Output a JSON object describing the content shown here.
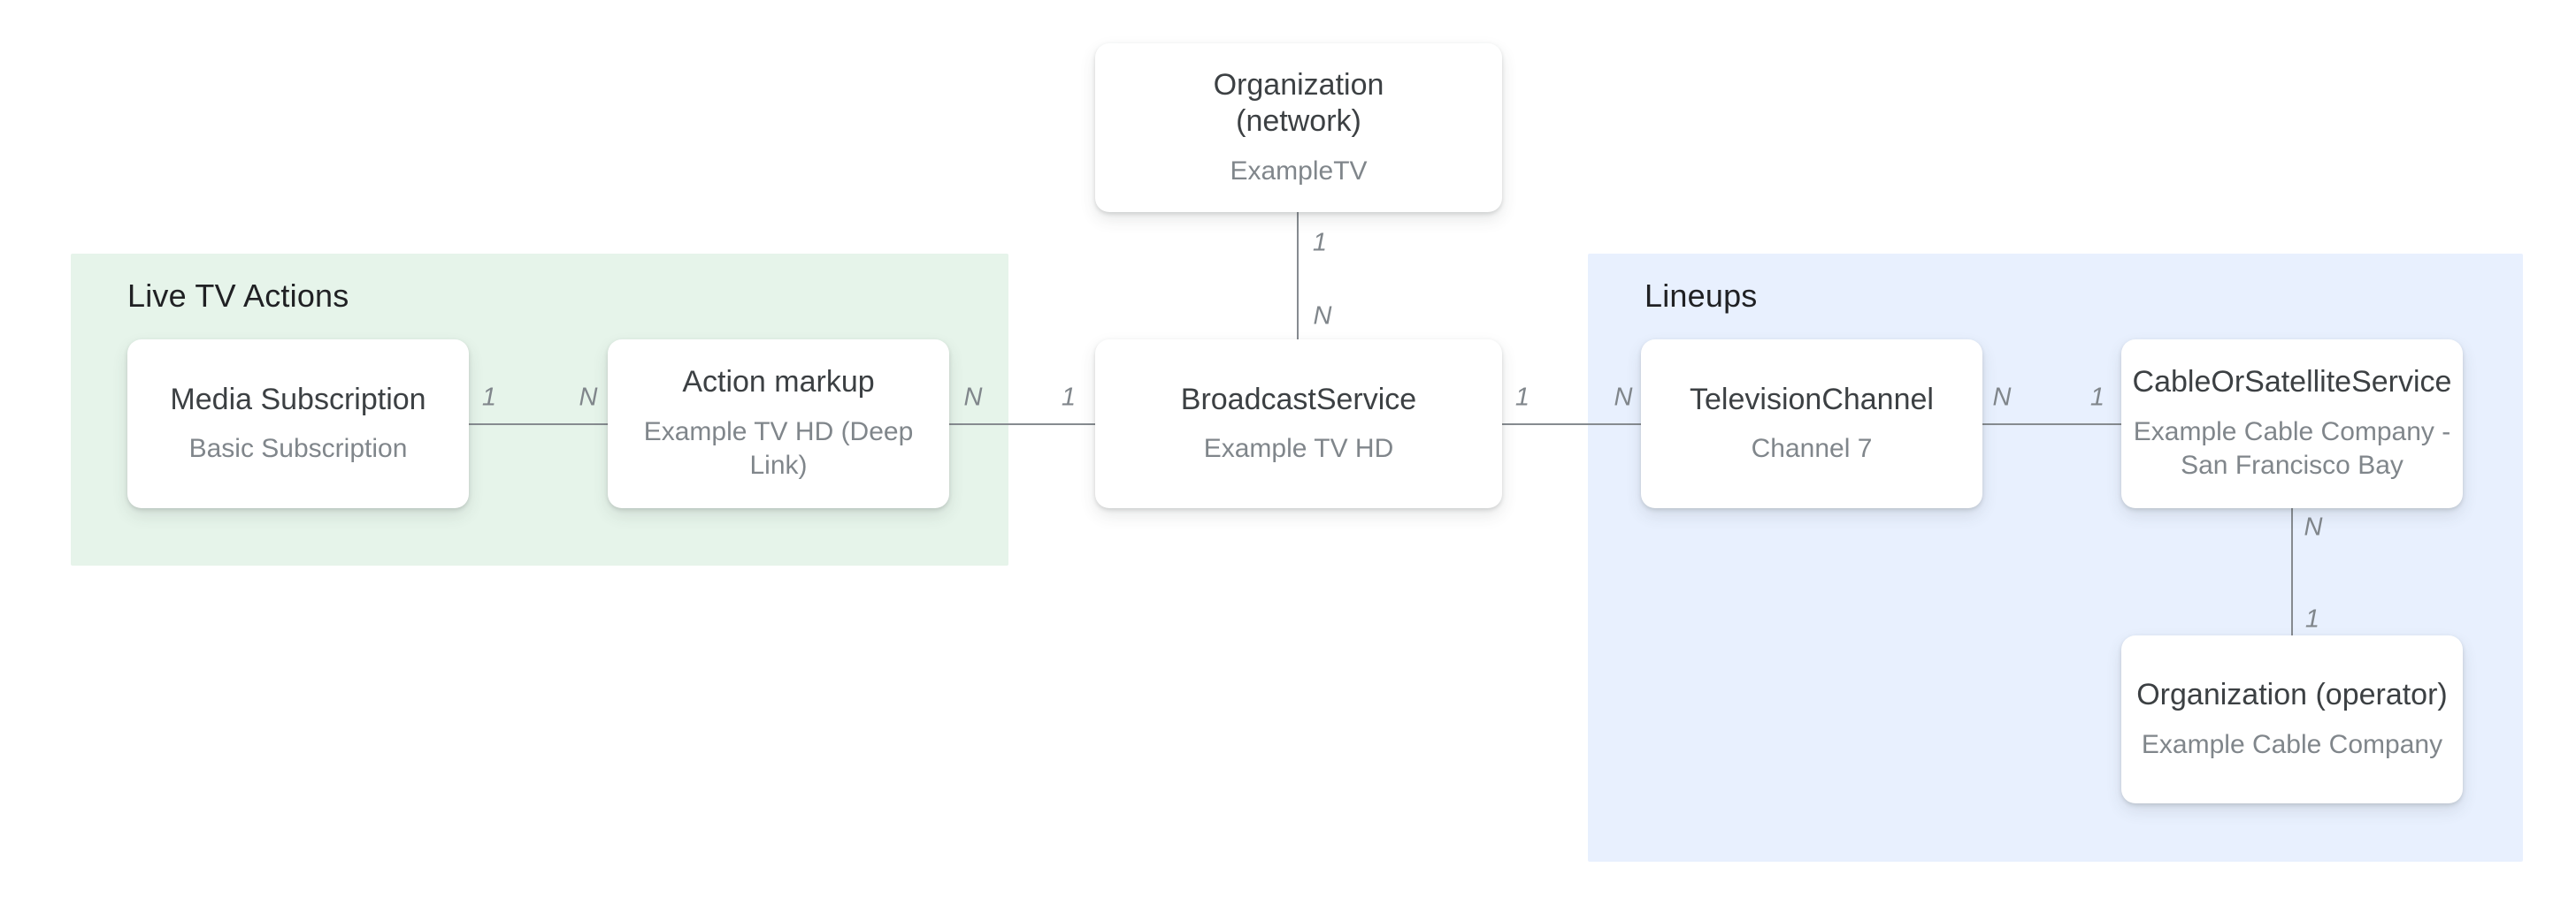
{
  "diagram": {
    "regions": [
      {
        "id": "live-tv-actions",
        "title": "Live TV Actions",
        "background": "#e6f4ea"
      },
      {
        "id": "lineups",
        "title": "Lineups",
        "background": "#e8f0fe"
      }
    ],
    "nodes": [
      {
        "id": "org-network",
        "title": "Organization\n(network)",
        "subtitle": "ExampleTV"
      },
      {
        "id": "media-subscription",
        "title": "Media Subscription",
        "subtitle": "Basic Subscription"
      },
      {
        "id": "action-markup",
        "title": "Action markup",
        "subtitle": "Example TV HD (Deep Link)"
      },
      {
        "id": "broadcast-service",
        "title": "BroadcastService",
        "subtitle": "Example TV HD"
      },
      {
        "id": "television-channel",
        "title": "TelevisionChannel",
        "subtitle": "Channel 7"
      },
      {
        "id": "cable-or-satellite-service",
        "title": "CableOrSatelliteService",
        "subtitle": "Example Cable Company - San Francisco Bay"
      },
      {
        "id": "org-operator",
        "title": "Organization (operator)",
        "subtitle": "Example Cable Company"
      }
    ],
    "connectors": [
      {
        "id": "network-to-broadcast",
        "from": "org-network",
        "to": "broadcast-service",
        "from_label": "1",
        "to_label": "N"
      },
      {
        "id": "media-to-action",
        "from": "media-subscription",
        "to": "action-markup",
        "from_label": "1",
        "to_label": "N"
      },
      {
        "id": "action-to-broadcast",
        "from": "action-markup",
        "to": "broadcast-service",
        "from_label": "N",
        "to_label": "1"
      },
      {
        "id": "broadcast-to-channel",
        "from": "broadcast-service",
        "to": "television-channel",
        "from_label": "1",
        "to_label": "N"
      },
      {
        "id": "channel-to-cable",
        "from": "television-channel",
        "to": "cable-or-satellite-service",
        "from_label": "N",
        "to_label": "1"
      },
      {
        "id": "cable-to-operator",
        "from": "cable-or-satellite-service",
        "to": "org-operator",
        "from_label": "N",
        "to_label": "1"
      }
    ],
    "colors": {
      "page_background": "#ffffff",
      "live_tv_actions_region": "#e6f4ea",
      "lineups_region": "#e8f0fe",
      "node_background": "#ffffff",
      "node_title_text": "#3c4043",
      "node_subtitle_text": "#80868b",
      "region_title_text": "#202124",
      "connector_line": "#868b90",
      "cardinality_label_text": "#80868b"
    }
  }
}
